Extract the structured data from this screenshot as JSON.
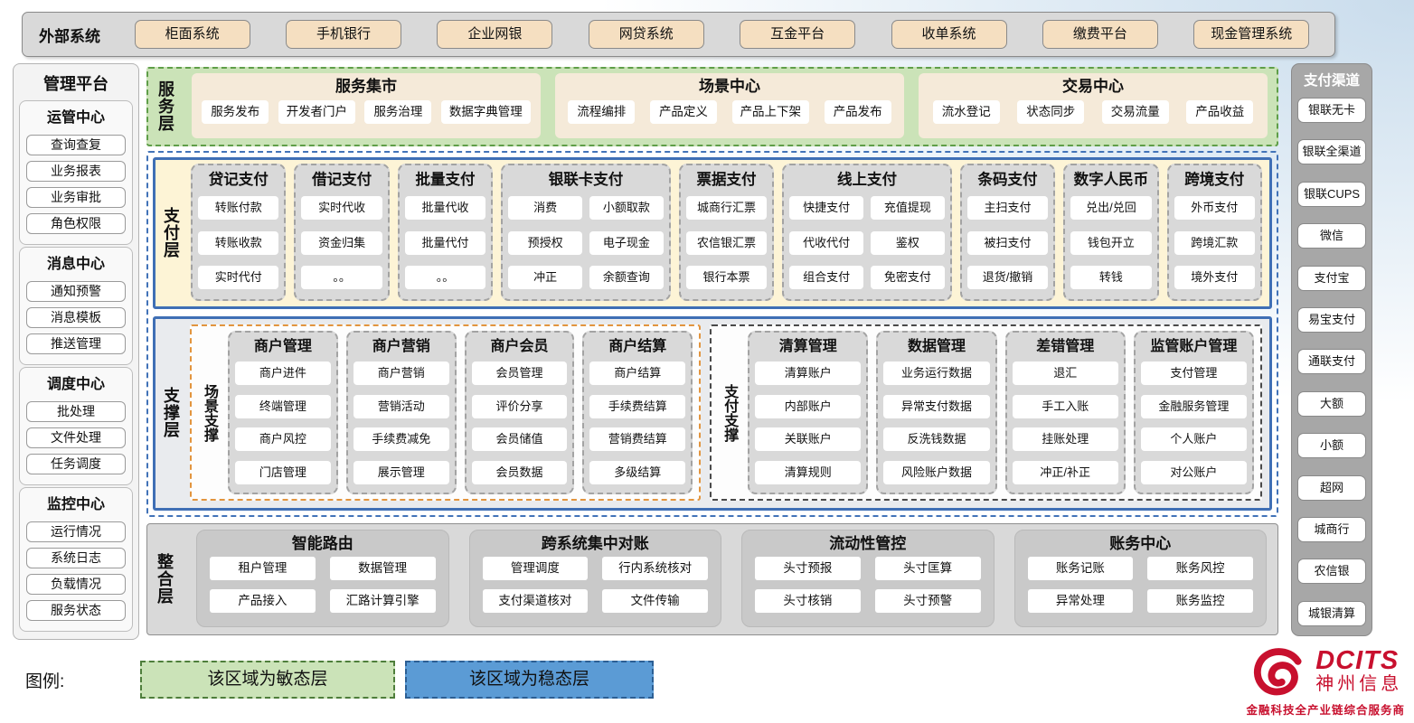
{
  "external": {
    "label": "外部系统",
    "items": [
      "柜面系统",
      "手机银行",
      "企业网银",
      "网贷系统",
      "互金平台",
      "收单系统",
      "缴费平台",
      "现金管理系统"
    ]
  },
  "management": {
    "title": "管理平台",
    "groups": [
      {
        "title": "运管中心",
        "items": [
          "查询查复",
          "业务报表",
          "业务审批",
          "角色权限"
        ]
      },
      {
        "title": "消息中心",
        "items": [
          "通知预警",
          "消息模板",
          "推送管理"
        ]
      },
      {
        "title": "调度中心",
        "items": [
          "批处理",
          "文件处理",
          "任务调度"
        ]
      },
      {
        "title": "监控中心",
        "items": [
          "运行情况",
          "系统日志",
          "负载情况",
          "服务状态"
        ]
      }
    ]
  },
  "service_layer": {
    "label": "服务层",
    "groups": [
      {
        "title": "服务集市",
        "items": [
          "服务发布",
          "开发者门户",
          "服务治理",
          "数据字典管理"
        ]
      },
      {
        "title": "场景中心",
        "items": [
          "流程编排",
          "产品定义",
          "产品上下架",
          "产品发布"
        ]
      },
      {
        "title": "交易中心",
        "items": [
          "流水登记",
          "状态同步",
          "交易流量",
          "产品收益"
        ]
      }
    ]
  },
  "payment_layer": {
    "label": "支付层",
    "columns": [
      {
        "title": "贷记支付",
        "cols": "1",
        "items": [
          "转账付款",
          "转账收款",
          "实时代付"
        ]
      },
      {
        "title": "借记支付",
        "cols": "1",
        "items": [
          "实时代收",
          "资金归集",
          "。。"
        ]
      },
      {
        "title": "批量支付",
        "cols": "1",
        "items": [
          "批量代收",
          "批量代付",
          "。。"
        ]
      },
      {
        "title": "银联卡支付",
        "cols": "2",
        "items": [
          "消费",
          "小额取款",
          "预授权",
          "电子现金",
          "冲正",
          "余额查询"
        ]
      },
      {
        "title": "票据支付",
        "cols": "1",
        "items": [
          "城商行汇票",
          "农信银汇票",
          "银行本票"
        ]
      },
      {
        "title": "线上支付",
        "cols": "2",
        "items": [
          "快捷支付",
          "充值提现",
          "代收代付",
          "鉴权",
          "组合支付",
          "免密支付"
        ]
      },
      {
        "title": "条码支付",
        "cols": "1",
        "items": [
          "主扫支付",
          "被扫支付",
          "退货/撤销"
        ]
      },
      {
        "title": "数字人民币",
        "cols": "1",
        "items": [
          "兑出/兑回",
          "钱包开立",
          "转钱"
        ]
      },
      {
        "title": "跨境支付",
        "cols": "1",
        "items": [
          "外币支付",
          "跨境汇款",
          "境外支付"
        ]
      }
    ]
  },
  "support_layer": {
    "label": "支撑层",
    "sections": [
      {
        "label": "场景支撑",
        "id": "scene-support",
        "columns": [
          {
            "title": "商户管理",
            "items": [
              "商户进件",
              "终端管理",
              "商户风控",
              "门店管理"
            ]
          },
          {
            "title": "商户营销",
            "items": [
              "商户营销",
              "营销活动",
              "手续费减免",
              "展示管理"
            ]
          },
          {
            "title": "商户会员",
            "items": [
              "会员管理",
              "评价分享",
              "会员储值",
              "会员数据"
            ]
          },
          {
            "title": "商户结算",
            "items": [
              "商户结算",
              "手续费结算",
              "营销费结算",
              "多级结算"
            ]
          }
        ]
      },
      {
        "label": "支付支撑",
        "id": "payment-support",
        "columns": [
          {
            "title": "清算管理",
            "items": [
              "清算账户",
              "内部账户",
              "关联账户",
              "清算规则"
            ]
          },
          {
            "title": "数据管理",
            "items": [
              "业务运行数据",
              "异常支付数据",
              "反洗钱数据",
              "风险账户数据"
            ]
          },
          {
            "title": "差错管理",
            "items": [
              "退汇",
              "手工入账",
              "挂账处理",
              "冲正/补正"
            ]
          },
          {
            "title": "监管账户管理",
            "items": [
              "支付管理",
              "金融服务管理",
              "个人账户",
              "对公账户"
            ]
          }
        ]
      }
    ]
  },
  "integration_layer": {
    "label": "整合层",
    "groups": [
      {
        "title": "智能路由",
        "items": [
          "租户管理",
          "数据管理",
          "产品接入",
          "汇路计算引擎"
        ]
      },
      {
        "title": "跨系统集中对账",
        "items": [
          "管理调度",
          "行内系统核对",
          "支付渠道核对",
          "文件传输"
        ]
      },
      {
        "title": "流动性管控",
        "items": [
          "头寸预报",
          "头寸匡算",
          "头寸核销",
          "头寸预警"
        ]
      },
      {
        "title": "账务中心",
        "items": [
          "账务记账",
          "账务风控",
          "异常处理",
          "账务监控"
        ]
      }
    ]
  },
  "channels": {
    "title": "支付渠道",
    "items": [
      "银联无卡",
      "银联全渠道",
      "银联CUPS",
      "微信",
      "支付宝",
      "易宝支付",
      "通联支付",
      "大额",
      "小额",
      "超网",
      "城商行",
      "农信银",
      "城银清算"
    ]
  },
  "legend": {
    "label": "图例:",
    "agile": "该区域为敏态层",
    "stable": "该区域为稳态层"
  },
  "logo": {
    "name": "DCITS",
    "company": "神州信息",
    "tagline": "金融科技全产业链综合服务商"
  },
  "colors": {
    "agile_green": "#cbe3b8",
    "stable_blue": "#5b9bd5",
    "layer_border_blue": "#3f6fb5",
    "external_box_tan": "#f5dfc1",
    "service_group_cream": "#f5ead9",
    "payment_bg_yellow": "#fdf4d6",
    "panel_gray": "#d9d9d9",
    "scene_support_orange": "#e2953f",
    "brand_red": "#c8102e"
  }
}
